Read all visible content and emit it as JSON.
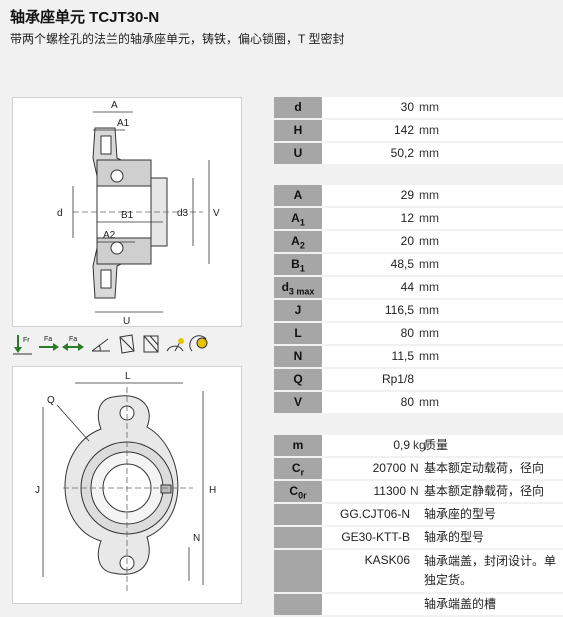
{
  "header": {
    "title": "轴承座单元 TCJT30-N",
    "subtitle": "带两个螺栓孔的法兰的轴承座单元，铸铁，偏心锁圈，T 型密封"
  },
  "drawing_top_labels": {
    "A": "A",
    "A1": "A1",
    "B1": "B1",
    "A2": "A2",
    "d": "d",
    "d3": "d3",
    "V": "V",
    "U": "U"
  },
  "drawing_bottom_labels": {
    "L": "L",
    "Q": "Q",
    "J": "J",
    "H": "H",
    "N": "N"
  },
  "load_symbols": [
    "Fr",
    "Fa",
    "Fa"
  ],
  "group1": [
    {
      "key": "d",
      "sub": "",
      "value": "30",
      "unit": "mm"
    },
    {
      "key": "H",
      "sub": "",
      "value": "142",
      "unit": "mm"
    },
    {
      "key": "U",
      "sub": "",
      "value": "50,2",
      "unit": "mm"
    }
  ],
  "group2": [
    {
      "key": "A",
      "sub": "",
      "value": "29",
      "unit": "mm"
    },
    {
      "key": "A",
      "sub": "1",
      "value": "12",
      "unit": "mm"
    },
    {
      "key": "A",
      "sub": "2",
      "value": "20",
      "unit": "mm"
    },
    {
      "key": "B",
      "sub": "1",
      "value": "48,5",
      "unit": "mm"
    },
    {
      "key": "d",
      "sub": "3 max",
      "value": "44",
      "unit": "mm"
    },
    {
      "key": "J",
      "sub": "",
      "value": "116,5",
      "unit": "mm"
    },
    {
      "key": "L",
      "sub": "",
      "value": "80",
      "unit": "mm"
    },
    {
      "key": "N",
      "sub": "",
      "value": "11,5",
      "unit": "mm"
    },
    {
      "key": "Q",
      "sub": "",
      "value": "Rp1/8",
      "unit": ""
    },
    {
      "key": "V",
      "sub": "",
      "value": "80",
      "unit": "mm"
    }
  ],
  "group3": [
    {
      "key": "m",
      "sub": "",
      "value": "0,9",
      "unit": "kg",
      "desc": "质量"
    },
    {
      "key": "C",
      "sub": "r",
      "value": "20700",
      "unit": "N",
      "desc": "基本额定动载荷，径向"
    },
    {
      "key": "C",
      "sub": "0r",
      "value": "11300",
      "unit": "N",
      "desc": "基本额定静载荷，径向"
    },
    {
      "key": "",
      "sub": "",
      "value": "GG.CJT06-N",
      "unit": "",
      "desc": "轴承座的型号"
    },
    {
      "key": "",
      "sub": "",
      "value": "GE30-KTT-B",
      "unit": "",
      "desc": "轴承的型号"
    },
    {
      "key": "",
      "sub": "",
      "value": "KASK06",
      "unit": "",
      "desc": "轴承端盖，封闭设计。单独定货。",
      "tall": true
    },
    {
      "key": "",
      "sub": "",
      "value": "",
      "unit": "",
      "desc": "轴承端盖的槽"
    }
  ]
}
